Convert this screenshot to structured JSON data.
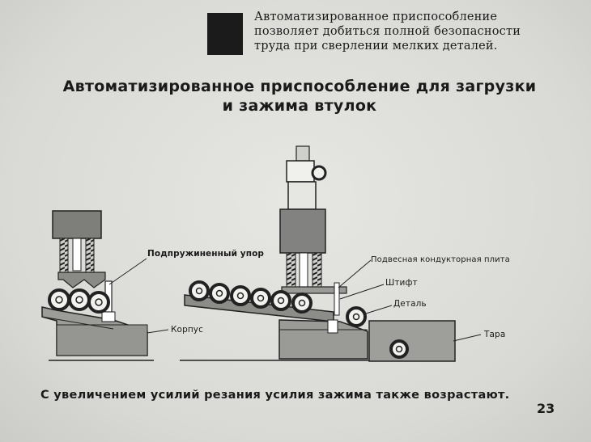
{
  "note": {
    "lines": [
      "Автоматизированное  приспособление",
      "позволяет  добиться  полной безопасности",
      "труда при сверлении мелких деталей."
    ]
  },
  "title": {
    "lines": [
      "Автоматизированное приспособление для загрузки",
      "и зажима втулок"
    ]
  },
  "labels": {
    "spring_stop": "Подпружиненный упор",
    "body": "Корпус",
    "jig_plate": "Подвесная кондукторная плита",
    "pin": "Штифт",
    "part": "Деталь",
    "container": "Тара"
  },
  "caption": "С увеличением усилий резания усилия зажима также возрастают.",
  "page_number": "23"
}
